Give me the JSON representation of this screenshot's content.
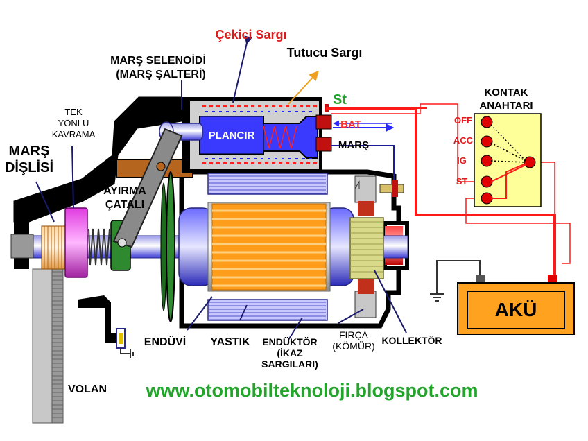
{
  "diagram": {
    "labels": {
      "cekici_sargi": "Çekici Sargı",
      "tutucu_sargi": "Tutucu Sargı",
      "mars_selenoidi_1": "MARŞ SELENOİDİ",
      "mars_selenoidi_2": "(MARŞ ŞALTERİ)",
      "tek_yonlu_1": "TEK",
      "tek_yonlu_2": "YÖNLÜ",
      "tek_yonlu_3": "KAVRAMA",
      "mars_disli_1": "MARŞ",
      "mars_disli_2": "DİŞLİSİ",
      "ayirma_1": "AYIRMA",
      "ayirma_2": "ÇATALI",
      "plancir": "PLANCIR",
      "st_terminal": "St",
      "bat_terminal": "BAT",
      "mars_terminal": "MARŞ",
      "kontak_1": "KONTAK",
      "kontak_2": "ANAHTARI",
      "off": "OFF",
      "acc": "ACC",
      "ig": "IG",
      "st": "ST",
      "aku": "AKÜ",
      "enduvi": "ENDÜVİ",
      "yastik": "YASTIK",
      "enduktor_1": "ENDÜKTÖR",
      "enduktor_2": "(İKAZ",
      "enduktor_3": "SARGILARI)",
      "firca_1": "FIRÇA",
      "firca_2": "(KÖMÜR)",
      "kollektor": "KOLLEKTÖR",
      "volan": "VOLAN",
      "website": "www.otomobilteknoloji.blogspot.com"
    },
    "colors": {
      "armature": "#ff9d1a",
      "plunger": "#3a3aff",
      "wire_red": "#ff1a1a",
      "aku_fill": "#ffa21f",
      "switch_fill": "#ffff99",
      "commutator": "#d9d98a",
      "site": "#22a52a",
      "st_green": "#22a52a"
    }
  }
}
